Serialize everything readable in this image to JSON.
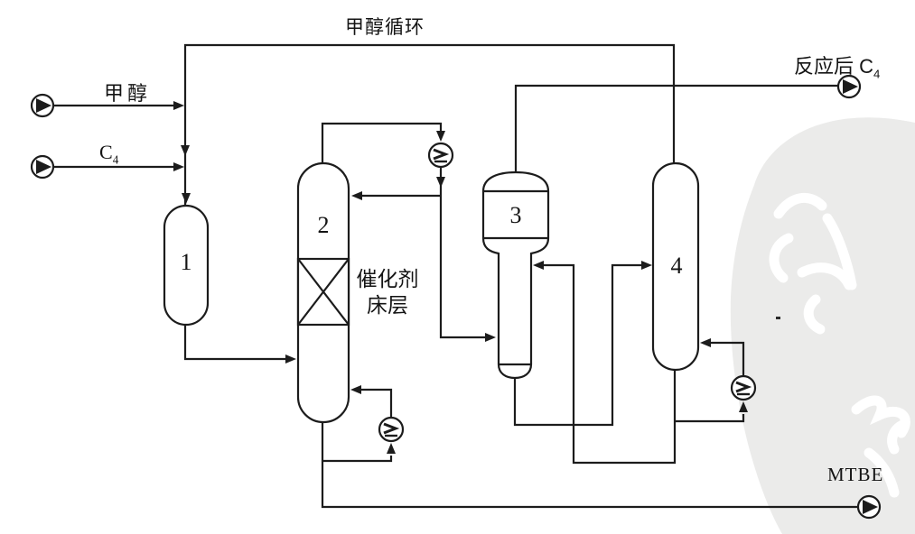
{
  "figure": {
    "type": "process-flow-diagram",
    "subject": "MTBE unit flowsheet",
    "labels": {
      "methanol_recycle": "甲醇循环",
      "methanol_feed": "甲醇",
      "c4_base": "C",
      "c4_sub": "4",
      "reacted_c4_base": "反应后 C",
      "reacted_c4_sub": "4",
      "mtbe": "MTBE",
      "catalyst_bed_line1": "催化剂",
      "catalyst_bed_line2": "床层",
      "vessel1": "1",
      "vessel2": "2",
      "vessel3": "3",
      "vessel4": "4"
    },
    "colors": {
      "line": "#1c1c1c",
      "background": "#ffffff",
      "watermark_fill": "#ebebea",
      "watermark_glyphs": "#ffffff"
    }
  }
}
